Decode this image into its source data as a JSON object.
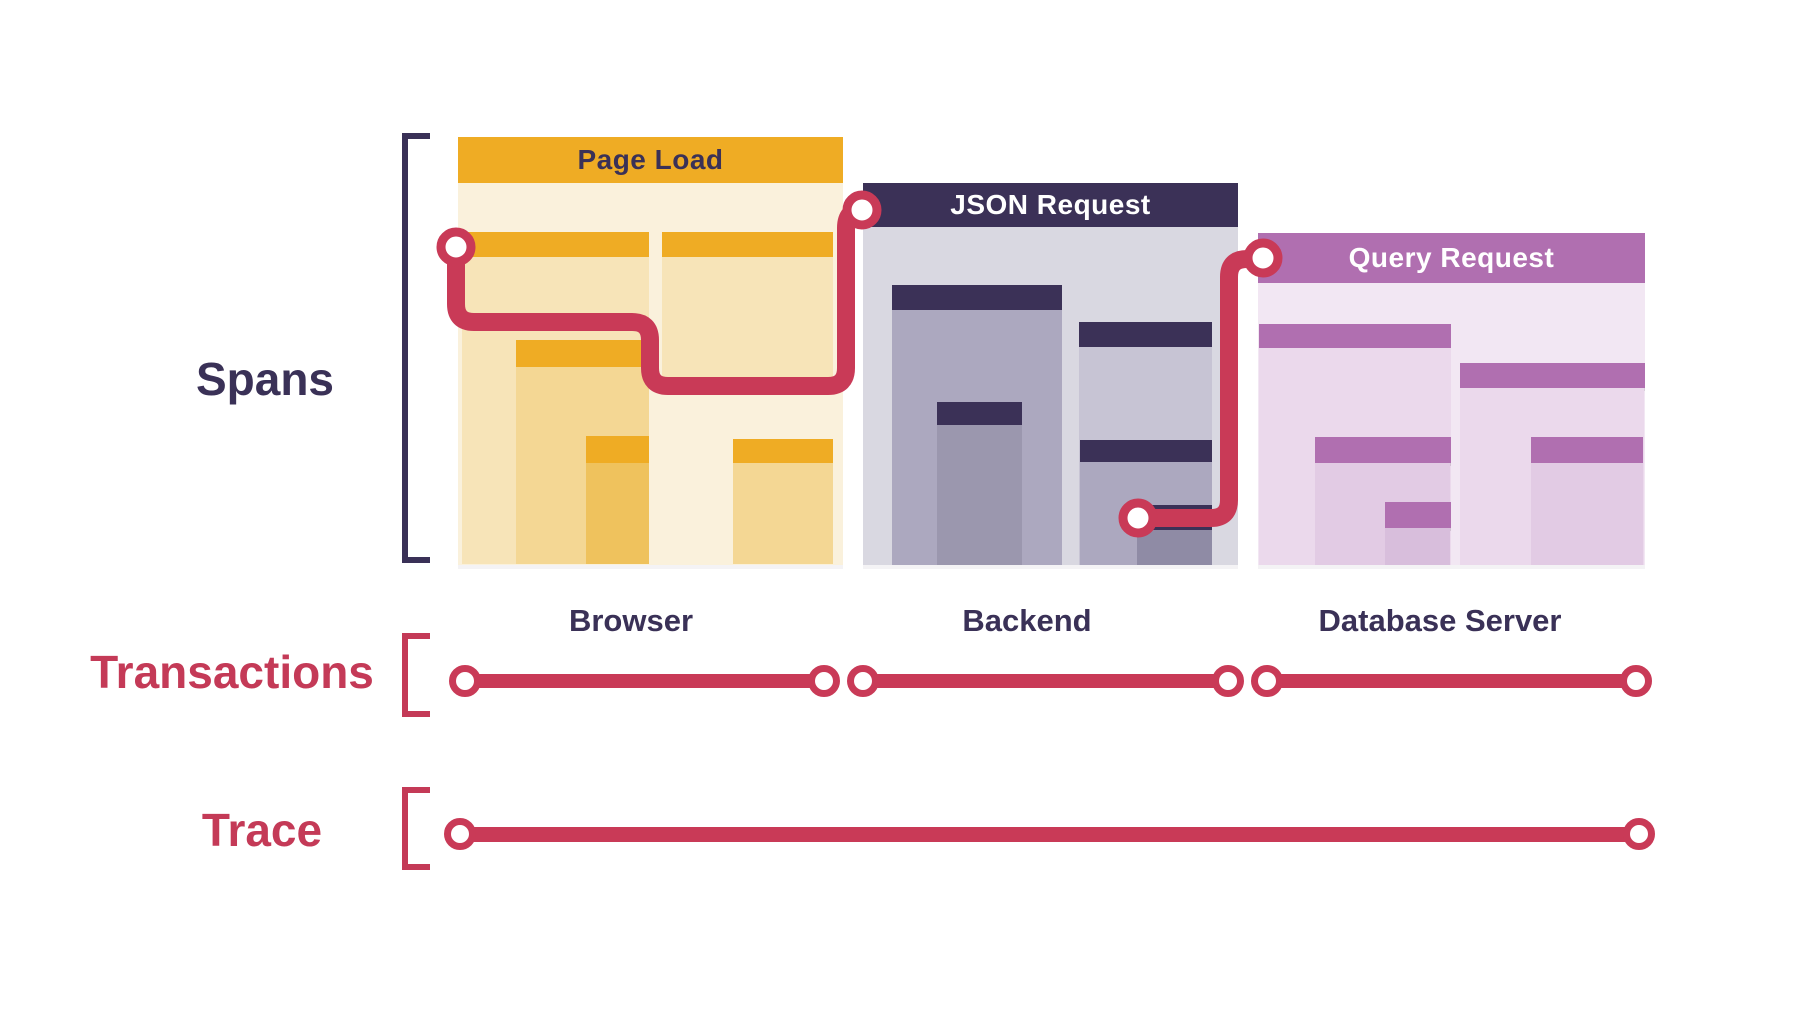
{
  "palette": {
    "gold": "#EFAC24",
    "cream": "#FAF1DC",
    "tan": "#F7E4B8",
    "navy": "#3A3157",
    "backend_body": "#D9D8E1",
    "backend_sub": "#ACA8BF",
    "orchid": "#B06FB0",
    "query_body": "#F2E7F3",
    "query_sub": "#EBD9EC",
    "crimson": "#C93A57",
    "white": "#FFFFFF"
  },
  "spans_section": {
    "label": "Spans"
  },
  "transactions_section": {
    "label": "Transactions"
  },
  "trace_section": {
    "label": "Trace"
  },
  "cards": [
    {
      "title": "Page Load",
      "caption": "Browser"
    },
    {
      "title": "JSON Request",
      "caption": "Backend"
    },
    {
      "title": "Query Request",
      "caption": "Database Server"
    }
  ]
}
